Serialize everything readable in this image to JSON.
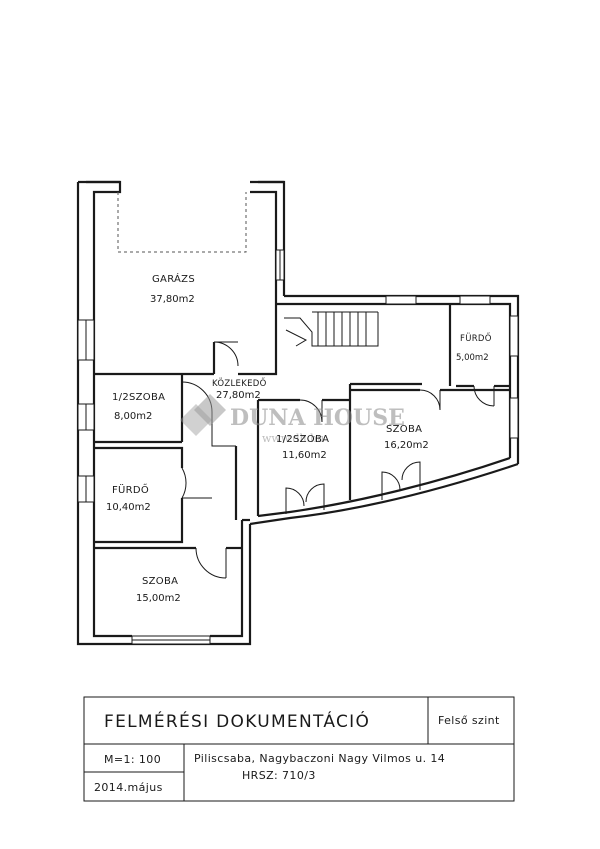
{
  "rooms": [
    {
      "id": "garage",
      "name": "GARÁZS",
      "area": "37,80m2"
    },
    {
      "id": "corridor",
      "name": "KÖZLEKEDŐ",
      "area": "27,80m2"
    },
    {
      "id": "half-room-left",
      "name": "1/2SZOBA",
      "area": "8,00m2"
    },
    {
      "id": "bathroom-left",
      "name": "FÜRDŐ",
      "area": "10,40m2"
    },
    {
      "id": "room-bottom",
      "name": "SZOBA",
      "area": "15,00m2"
    },
    {
      "id": "half-room-mid",
      "name": "1/2SZOBA",
      "area": "11,60m2"
    },
    {
      "id": "room-right",
      "name": "SZOBA",
      "area": "16,20m2"
    },
    {
      "id": "bathroom-right",
      "name": "FÜRDŐ",
      "area": "5,00m2"
    }
  ],
  "watermark": {
    "brand": "DUNA HOUSE",
    "url": "www.dh.hu"
  },
  "title_block": {
    "title": "FELMÉRÉSI DOKUMENTÁCIÓ",
    "level": "Felső szint",
    "scale": "M=1: 100",
    "date": "2014.május",
    "address": "Piliscsaba, Nagybaczoni Nagy Vilmos u. 14",
    "parcel": "HRSZ:  710/3"
  }
}
